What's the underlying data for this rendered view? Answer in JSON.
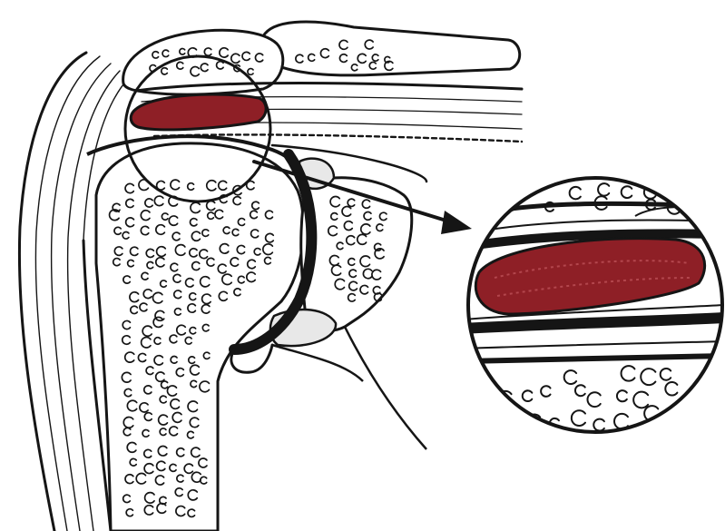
{
  "figure": {
    "colors": {
      "ink": "#151515",
      "paper": "#ffffff",
      "inflamed_tissue": "#8e1f26",
      "inflamed_tissue_light": "#b3464d"
    },
    "structures": [
      "humerus",
      "humeral-head",
      "glenoid",
      "acromion",
      "clavicle",
      "subacromial-bursa",
      "rotator-cuff-tendon",
      "deltoid-muscle",
      "joint-capsule"
    ],
    "callout": {
      "kind": "magnified-inset",
      "target": "subacromial-bursa",
      "icons": [
        "zoom-circle-icon",
        "arrow-right-icon"
      ]
    }
  }
}
